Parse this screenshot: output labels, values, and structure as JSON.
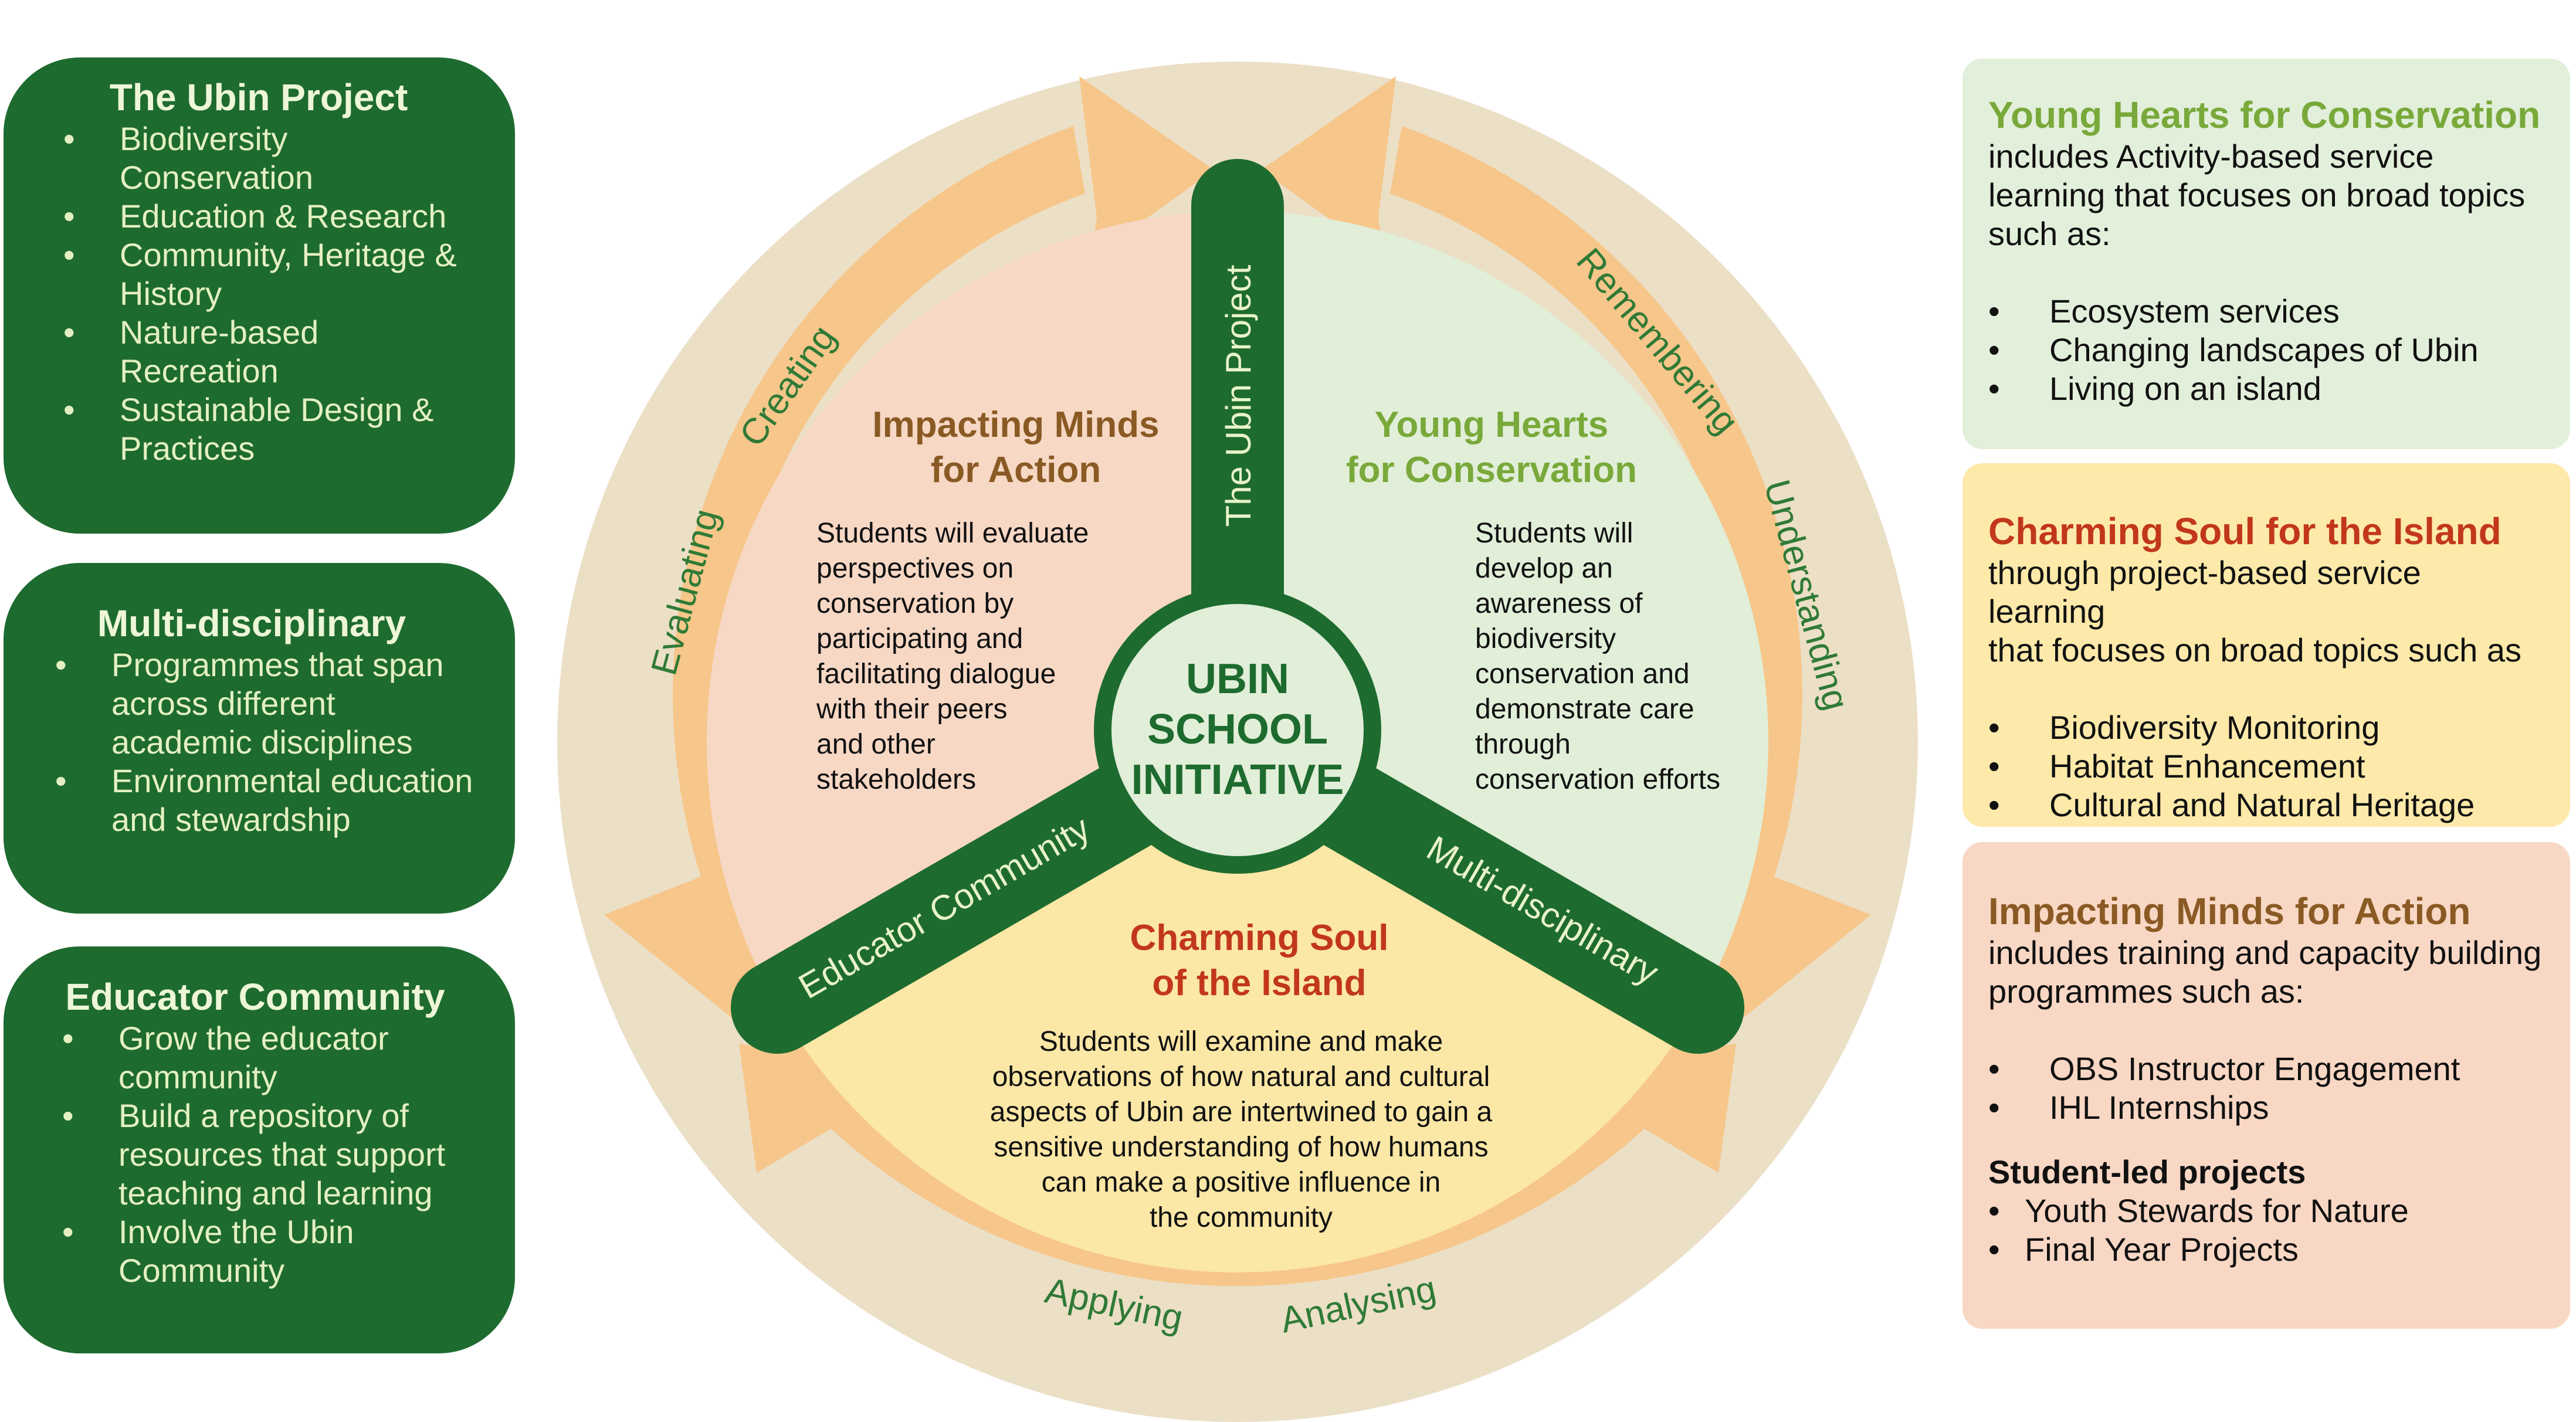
{
  "left_boxes": {
    "ubin_project": {
      "title": "The Ubin Project",
      "items": [
        "Biodiversity",
        "Conservation",
        "Education & Research",
        "Community, Heritage &",
        "History",
        "Nature-based",
        "Recreation",
        "Sustainable Design &",
        "Practices"
      ]
    },
    "multidisciplinary": {
      "title": "Multi-disciplinary",
      "items": [
        "Programmes that span",
        "across different",
        "academic disciplines",
        "Environmental education",
        "and stewardship"
      ]
    },
    "educator_community": {
      "title": "Educator Community",
      "items": [
        "Grow the educator",
        "community",
        "Build a repository of",
        "resources that support",
        "teaching and learning",
        "Involve the Ubin",
        "Community"
      ]
    }
  },
  "right_boxes": {
    "young_hearts": {
      "title": "Young Hearts for Conservation",
      "desc": [
        "includes Activity-based service",
        "learning that focuses on broad topics",
        "such as:"
      ],
      "items": [
        "Ecosystem services",
        "Changing landscapes of Ubin",
        "Living on an island"
      ]
    },
    "charming_soul": {
      "title": "Charming Soul for the Island",
      "desc": [
        "through project-based service learning",
        "that focuses on broad topics such as"
      ],
      "items": [
        "Biodiversity Monitoring",
        "Habitat Enhancement",
        "Cultural and Natural Heritage"
      ]
    },
    "impacting_minds": {
      "title": "Impacting Minds for Action",
      "desc": [
        "includes training and capacity building",
        "programmes such as:"
      ],
      "items": [
        "OBS Instructor Engagement",
        "IHL Internships"
      ],
      "student_title": "Student-led projects",
      "student_items": [
        "Youth Stewards for Nature",
        "Final Year Projects"
      ]
    }
  },
  "wheel": {
    "center": [
      "UBIN",
      "SCHOOL",
      "INITIATIVE"
    ],
    "spokes": {
      "top": "The Ubin Project",
      "left": "Educator Community",
      "right": "Multi-disciplinary"
    },
    "arrow_labels": {
      "creating": "Creating",
      "evaluating": "Evaluating",
      "remembering": "Remembering",
      "understanding": "Understanding",
      "applying": "Applying",
      "analysing": "Analysing"
    },
    "sectors": {
      "impacting": {
        "title": [
          "Impacting Minds",
          "for Action"
        ],
        "body": [
          "Students will evaluate",
          "perspectives on",
          "conservation by",
          "participating and",
          "facilitating dialogue",
          "with their peers",
          "and other",
          "stakeholders"
        ]
      },
      "young": {
        "title": [
          "Young Hearts",
          "for Conservation"
        ],
        "body": [
          "Students will",
          "develop an",
          "awareness of",
          "biodiversity",
          "conservation and",
          "demonstrate care",
          "through",
          "conservation efforts"
        ]
      },
      "charming": {
        "title": [
          "Charming Soul",
          "of the Island"
        ],
        "body": [
          "Students will examine and make",
          "observations of how natural and cultural",
          "aspects of Ubin are intertwined to gain a",
          "sensitive understanding of how humans",
          "can make a positive influence in",
          "the community"
        ]
      }
    }
  },
  "colors": {
    "dark_green": "#1e6b2f",
    "outer_ring": "#ebdfc6",
    "arrow_orange": "#f7c68a",
    "sector_pink": "#f7d8c5",
    "sector_green": "#e1eed8",
    "sector_yellow": "#fbe7a6",
    "center_fill": "#e1eed8",
    "text_brown": "#8a5a24",
    "text_green": "#79a93a",
    "text_red": "#c2371a",
    "box_green_bg": "#e2efda",
    "box_yellow_bg": "#fde9a9",
    "box_pink_bg": "#f8d7c4"
  }
}
